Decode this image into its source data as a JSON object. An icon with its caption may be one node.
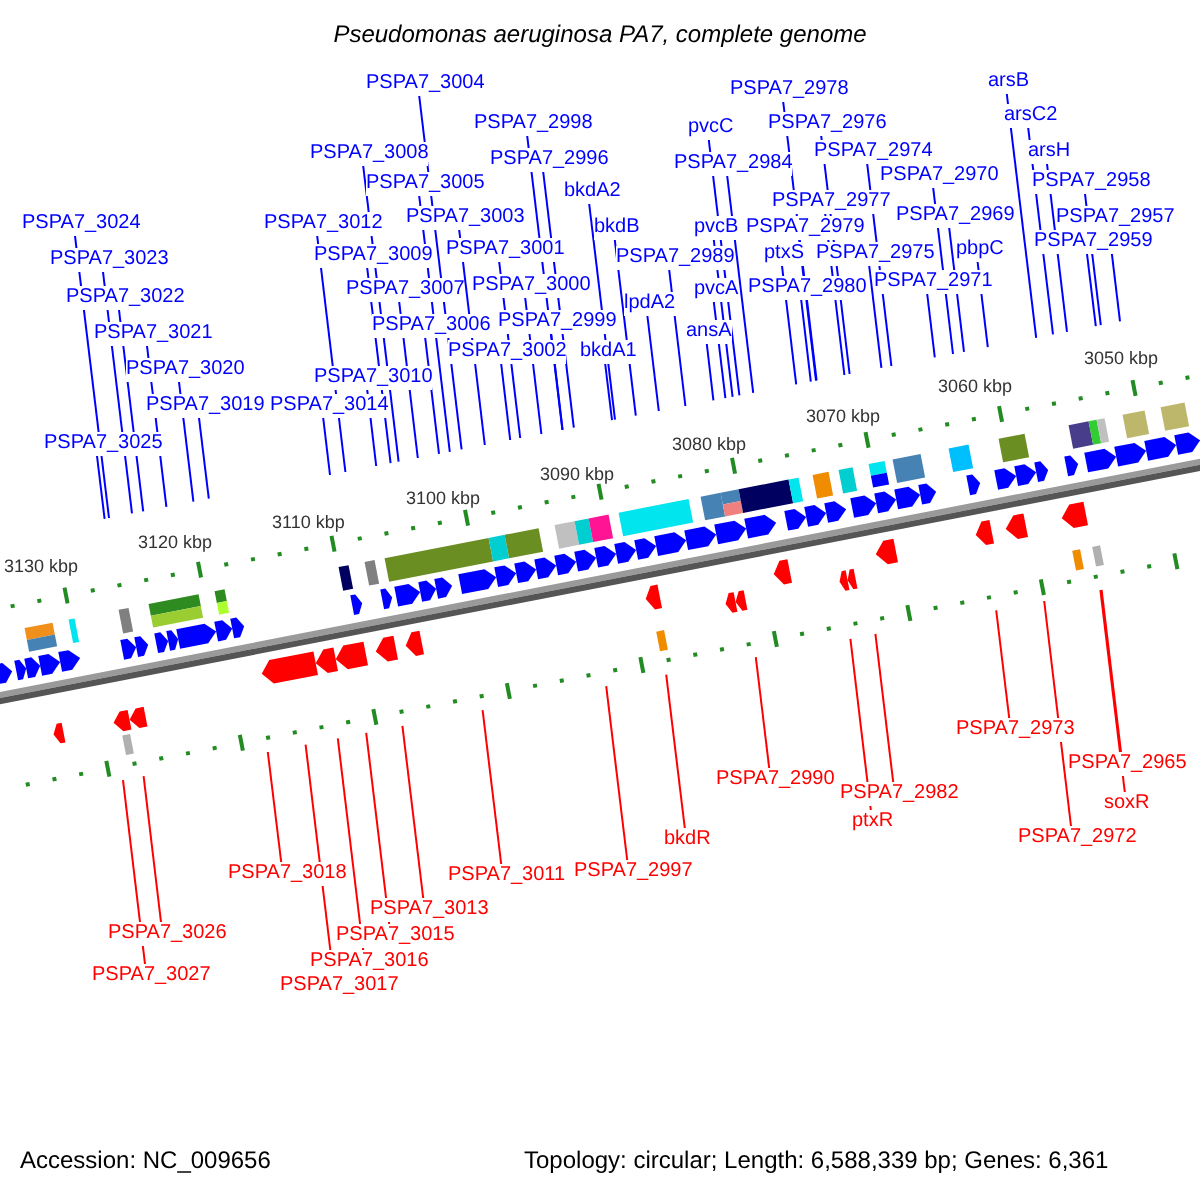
{
  "diagram": {
    "title": "Pseudomonas aeruginosa PA7, complete genome",
    "nodes": [
      {
        "text": [
          "arsB"
        ]
      },
      {
        "text": [
          "PSPA7_3004"
        ]
      },
      {
        "text": [
          "PSPA7_2978"
        ]
      },
      {
        "text": [
          "arsC2"
        ]
      },
      {
        "text": [
          "PSPA7_2998"
        ]
      },
      {
        "text": [
          "PSPA7_2976"
        ]
      },
      {
        "text": [
          "pvcC"
        ]
      },
      {
        "text": [
          "arsH"
        ]
      },
      {
        "text": [
          "PSPA7_3008"
        ]
      },
      {
        "text": [
          "PSPA7_2974"
        ]
      },
      {
        "text": [
          "PSPA7_2996"
        ]
      },
      {
        "text": [
          "PSPA7_2984"
        ]
      },
      {
        "text": [
          "PSPA7_2970"
        ]
      },
      {
        "text": [
          "PSPA7_2958"
        ]
      },
      {
        "text": [
          "PSPA7_3005"
        ]
      },
      {
        "text": [
          "bkdA2"
        ]
      },
      {
        "text": [
          "PSPA7_2977"
        ]
      },
      {
        "text": [
          "PSPA7_2969"
        ]
      },
      {
        "text": [
          "PSPA7_2957"
        ]
      },
      {
        "text": [
          "PSPA7_3003"
        ]
      },
      {
        "text": [
          "PSPA7_3024"
        ]
      },
      {
        "text": [
          "PSPA7_3012"
        ]
      },
      {
        "text": [
          "bkdB"
        ]
      },
      {
        "text": [
          "pvcB"
        ]
      },
      {
        "text": [
          "PSPA7_2979"
        ]
      },
      {
        "text": [
          "PSPA7_2959"
        ]
      },
      {
        "text": [
          "PSPA7_3001"
        ]
      },
      {
        "text": [
          "pbpC"
        ]
      },
      {
        "text": [
          "PSPA7_2975"
        ]
      },
      {
        "text": [
          "ptxS"
        ]
      },
      {
        "text": [
          "PSPA7_3009"
        ]
      },
      {
        "text": [
          "PSPA7_2989"
        ]
      },
      {
        "text": [
          "PSPA7_3023"
        ]
      },
      {
        "text": [
          "PSPA7_2971"
        ]
      },
      {
        "text": [
          "PSPA7_3000"
        ]
      },
      {
        "text": [
          "PSPA7_2980"
        ]
      },
      {
        "text": [
          "pvcA"
        ]
      },
      {
        "text": [
          "PSPA7_3007"
        ]
      },
      {
        "text": [
          "PSPA7_3022"
        ]
      },
      {
        "text": [
          "lpdA2"
        ]
      },
      {
        "text": [
          "PSPA7_2999"
        ]
      },
      {
        "text": [
          "PSPA7_3006"
        ]
      },
      {
        "text": [
          "ansA"
        ]
      },
      {
        "text": [
          "PSPA7_3021"
        ]
      },
      {
        "text": [
          "PSPA7_3002"
        ]
      },
      {
        "text": [
          "bkdA1"
        ]
      },
      {
        "text": [
          "PSPA7_3020"
        ]
      },
      {
        "text": [
          "PSPA7_3010"
        ]
      },
      {
        "text": [
          "PSPA7_3019"
        ]
      },
      {
        "text": [
          "PSPA7_3014"
        ]
      },
      {
        "text": [
          "PSPA7_3025"
        ]
      },
      {
        "text": [
          "PSPA7_2973"
        ]
      },
      {
        "text": [
          "PSPA7_2965"
        ]
      },
      {
        "text": [
          "PSPA7_2990"
        ]
      },
      {
        "text": [
          "PSPA7_2982"
        ]
      },
      {
        "text": [
          "soxR"
        ]
      },
      {
        "text": [
          "ptxR"
        ]
      },
      {
        "text": [
          "bkdR"
        ]
      },
      {
        "text": [
          "PSPA7_2972"
        ]
      },
      {
        "text": [
          "PSPA7_2997"
        ]
      },
      {
        "text": [
          "PSPA7_3018"
        ]
      },
      {
        "text": [
          "PSPA7_3011"
        ]
      },
      {
        "text": [
          "PSPA7_3013"
        ]
      },
      {
        "text": [
          "PSPA7_3026"
        ]
      },
      {
        "text": [
          "PSPA7_3015"
        ]
      },
      {
        "text": [
          "PSPA7_3016"
        ]
      },
      {
        "text": [
          "PSPA7_3027"
        ]
      },
      {
        "text": [
          "PSPA7_3017"
        ]
      }
    ],
    "edges": [
      {
        "from": 0,
        "to": null,
        "arrow": "none"
      },
      {
        "from": 1,
        "to": null,
        "arrow": "none"
      },
      {
        "from": 2,
        "to": null,
        "arrow": "none"
      },
      {
        "from": 3,
        "to": null,
        "arrow": "none"
      },
      {
        "from": 4,
        "to": null,
        "arrow": "none"
      },
      {
        "from": 5,
        "to": null,
        "arrow": "none"
      },
      {
        "from": 6,
        "to": null,
        "arrow": "none"
      },
      {
        "from": 7,
        "to": null,
        "arrow": "none"
      },
      {
        "from": 8,
        "to": null,
        "arrow": "none"
      },
      {
        "from": 9,
        "to": null,
        "arrow": "none"
      },
      {
        "from": 10,
        "to": null,
        "arrow": "none"
      },
      {
        "from": 11,
        "to": null,
        "arrow": "none"
      },
      {
        "from": 12,
        "to": null,
        "arrow": "none"
      },
      {
        "from": 13,
        "to": null,
        "arrow": "none"
      },
      {
        "from": 14,
        "to": null,
        "arrow": "none"
      },
      {
        "from": 15,
        "to": null,
        "arrow": "none"
      },
      {
        "from": 16,
        "to": null,
        "arrow": "none"
      },
      {
        "from": 17,
        "to": null,
        "arrow": "none"
      },
      {
        "from": 18,
        "to": null,
        "arrow": "none"
      },
      {
        "from": 19,
        "to": null,
        "arrow": "none"
      },
      {
        "from": 20,
        "to": null,
        "arrow": "none"
      },
      {
        "from": 21,
        "to": null,
        "arrow": "none"
      },
      {
        "from": 22,
        "to": null,
        "arrow": "none"
      },
      {
        "from": 23,
        "to": null,
        "arrow": "none"
      },
      {
        "from": 24,
        "to": null,
        "arrow": "none"
      },
      {
        "from": 25,
        "to": null,
        "arrow": "none"
      },
      {
        "from": 26,
        "to": null,
        "arrow": "none"
      },
      {
        "from": 27,
        "to": null,
        "arrow": "none"
      },
      {
        "from": 28,
        "to": null,
        "arrow": "none"
      },
      {
        "from": 29,
        "to": null,
        "arrow": "none"
      },
      {
        "from": 30,
        "to": null,
        "arrow": "none"
      },
      {
        "from": 31,
        "to": null,
        "arrow": "none"
      },
      {
        "from": 32,
        "to": null,
        "arrow": "none"
      },
      {
        "from": 33,
        "to": null,
        "arrow": "none"
      },
      {
        "from": 34,
        "to": null,
        "arrow": "none"
      },
      {
        "from": 35,
        "to": null,
        "arrow": "none"
      },
      {
        "from": 36,
        "to": null,
        "arrow": "none"
      },
      {
        "from": 37,
        "to": null,
        "arrow": "none"
      },
      {
        "from": 38,
        "to": null,
        "arrow": "none"
      },
      {
        "from": 39,
        "to": null,
        "arrow": "none"
      },
      {
        "from": 40,
        "to": null,
        "arrow": "none"
      },
      {
        "from": 41,
        "to": null,
        "arrow": "none"
      },
      {
        "from": 42,
        "to": null,
        "arrow": "none"
      },
      {
        "from": 43,
        "to": null,
        "arrow": "none"
      },
      {
        "from": 44,
        "to": null,
        "arrow": "none"
      },
      {
        "from": 45,
        "to": null,
        "arrow": "none"
      },
      {
        "from": 46,
        "to": null,
        "arrow": "none"
      },
      {
        "from": 47,
        "to": null,
        "arrow": "none"
      },
      {
        "from": 48,
        "to": null,
        "arrow": "none"
      },
      {
        "from": 49,
        "to": null,
        "arrow": "none"
      },
      {
        "from": 50,
        "to": null,
        "arrow": "none"
      },
      {
        "from": 51,
        "to": null,
        "arrow": "none",
        "color": "#ff0000"
      },
      {
        "from": 52,
        "to": null,
        "arrow": "none",
        "color": "#ff0000"
      },
      {
        "from": 53,
        "to": null,
        "arrow": "none",
        "color": "#ff0000"
      },
      {
        "from": 54,
        "to": null,
        "arrow": "none",
        "color": "#ff0000"
      },
      {
        "from": 55,
        "to": null,
        "arrow": "none",
        "color": "#ff0000"
      },
      {
        "from": 56,
        "to": null,
        "arrow": "none",
        "color": "#ff0000"
      },
      {
        "from": 57,
        "to": null,
        "arrow": "none",
        "color": "#ff0000"
      },
      {
        "from": 58,
        "to": null,
        "arrow": "none",
        "color": "#ff0000"
      },
      {
        "from": 59,
        "to": null,
        "arrow": "none",
        "color": "#ff0000"
      },
      {
        "from": 60,
        "to": null,
        "arrow": "none",
        "color": "#ff0000"
      },
      {
        "from": 61,
        "to": null,
        "arrow": "none",
        "color": "#ff0000"
      },
      {
        "from": 62,
        "to": null,
        "arrow": "none",
        "color": "#ff0000"
      },
      {
        "from": 63,
        "to": null,
        "arrow": "none",
        "color": "#ff0000"
      },
      {
        "from": 64,
        "to": null,
        "arrow": "none",
        "color": "#ff0000"
      },
      {
        "from": 65,
        "to": null,
        "arrow": "none",
        "color": "#ff0000"
      },
      {
        "from": 66,
        "to": null,
        "arrow": "none",
        "color": "#ff0000"
      },
      {
        "from": 67,
        "to": null,
        "arrow": "none",
        "color": "#ff0000"
      }
    ],
    "labels": [
      "3130 kbp",
      "3120 kbp",
      "3110 kbp",
      "3100 kbp",
      "3090 kbp",
      "3080 kbp",
      "3070 kbp",
      "3060 kbp",
      "3050 kbp",
      "Accession: NC_009656",
      "Topology: circular; Length: 6,588,339 bp; Genes: 6,361"
    ]
  }
}
